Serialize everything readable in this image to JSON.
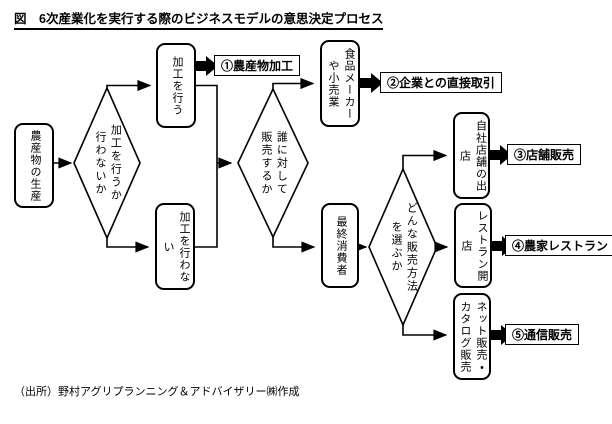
{
  "title": "図　6次産業化を実行する際のビジネスモデルの意思決定プロセス",
  "source": "（出所）野村アグリプランニング＆アドバイザリー㈱作成",
  "nodes": {
    "farm": {
      "label": "農産物の生産"
    },
    "process_yes": {
      "label": "加工を行う"
    },
    "process_no": {
      "label": "加工を行わない"
    },
    "food_maker": {
      "label": "食品メーカー\nや小売業"
    },
    "consumer": {
      "label": "最終消費者"
    },
    "own_store": {
      "label": "自社店舗の出店"
    },
    "restaurant": {
      "label": "レストラン開店"
    },
    "net_sales": {
      "label": "ネット販売・\nカタログ販売"
    }
  },
  "decisions": {
    "process": {
      "label": "加工を行うか\n行わないか"
    },
    "target": {
      "label": "誰に対して\n販売するか"
    },
    "method": {
      "label": "どんな販売方法\nを選ぶか"
    }
  },
  "outcomes": {
    "o1": {
      "label": "①農産物加工"
    },
    "o2": {
      "label": "②企業との直接取引"
    },
    "o3": {
      "label": "③店舗販売"
    },
    "o4": {
      "label": "④農家レストラン"
    },
    "o5": {
      "label": "⑤通信販売"
    }
  },
  "colors": {
    "ink": "#000000",
    "background": "#ffffff"
  }
}
